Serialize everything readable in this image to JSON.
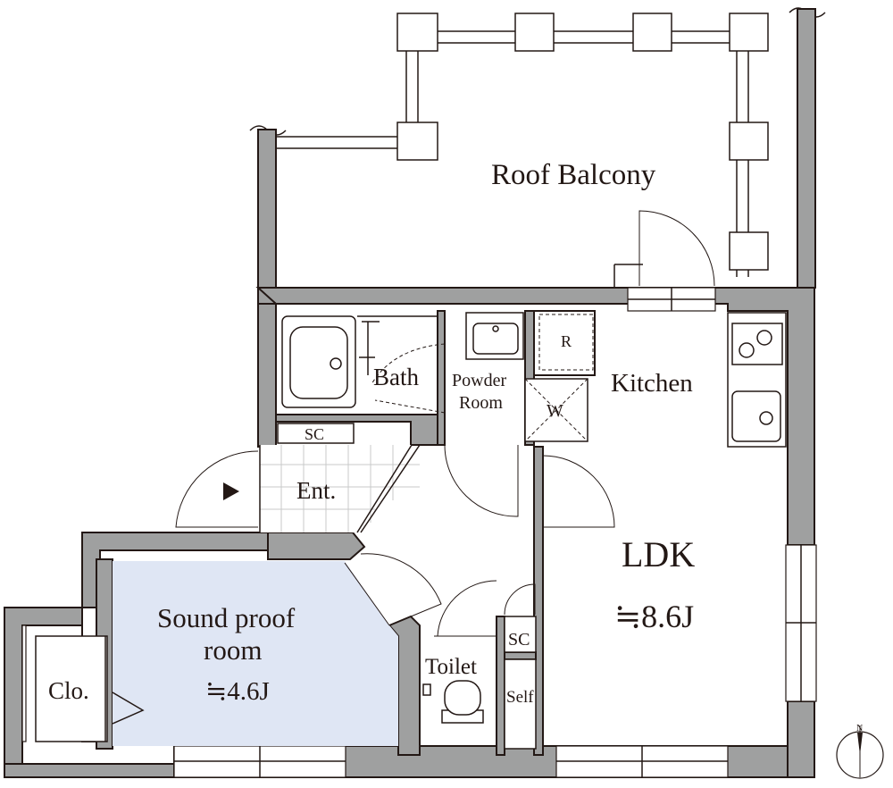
{
  "rooms": {
    "roof_balcony": "Roof Balcony",
    "bath": "Bath",
    "powder_room_line1": "Powder",
    "powder_room_line2": "Room",
    "refrigerator": "R",
    "washer": "W",
    "kitchen": "Kitchen",
    "entrance_storage": "SC",
    "entrance": "Ent.",
    "ldk": "LDK",
    "ldk_size": "≒8.6J",
    "sound_room_line1": "Sound proof",
    "sound_room_line2": "room",
    "sound_room_size": "≒4.6J",
    "closet": "Clo.",
    "toilet": "Toilet",
    "toilet_storage": "SC",
    "shelf": "Self"
  },
  "compass": {
    "north": "N"
  },
  "colors": {
    "wall": "#9fa0a0",
    "line": "#231815",
    "sound_room_fill": "#dfe6f4",
    "entrance_tile": "#c9caca"
  }
}
